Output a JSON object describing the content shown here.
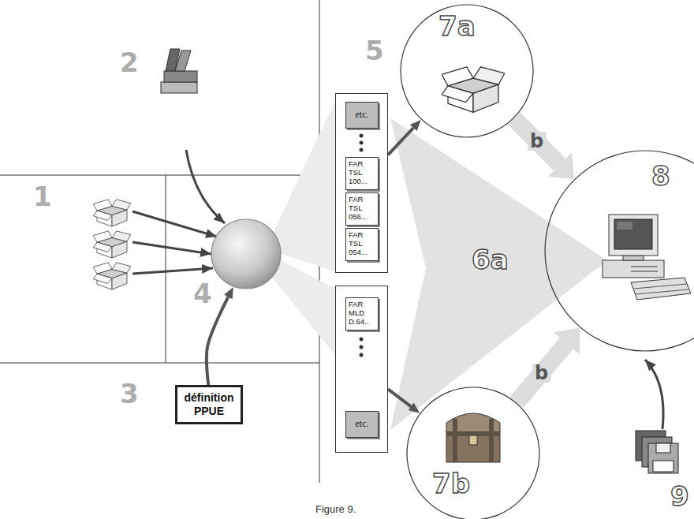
{
  "diagram": {
    "caption": "Figure 9.",
    "nodes": [
      {
        "text": [
          "4"
        ]
      },
      {
        "text": [
          "définition PPUE"
        ]
      },
      {
        "text": [
          "5"
        ]
      },
      {
        "text": [
          "etc."
        ],
        "in": 2
      },
      {
        "text": [
          "FAR TSL 100..."
        ],
        "in": 2
      },
      {
        "text": [
          "FAR TSL 056..."
        ],
        "in": 2
      },
      {
        "text": [
          "FAR TSL 054..."
        ],
        "in": 2
      },
      {
        "text": []
      },
      {
        "text": [
          "FAR MLD D.64.."
        ],
        "in": 7
      },
      {
        "text": [
          "etc."
        ],
        "in": 7
      },
      {
        "text": [
          "7a"
        ]
      },
      {
        "text": [
          "8"
        ]
      },
      {
        "text": [
          "7b"
        ]
      }
    ],
    "edges": [
      {
        "from": 1,
        "to": 0,
        "arrow": "to"
      },
      {
        "from": 2,
        "to": 10,
        "arrow": "to"
      },
      {
        "from": 7,
        "to": 12,
        "arrow": "to"
      },
      {
        "from": 10,
        "to": 11,
        "arrow": "to",
        "label": "b"
      },
      {
        "from": 12,
        "to": 11,
        "arrow": "to",
        "label": "b"
      }
    ],
    "labels": [
      "1",
      "2",
      "3",
      "6a",
      "9"
    ]
  }
}
